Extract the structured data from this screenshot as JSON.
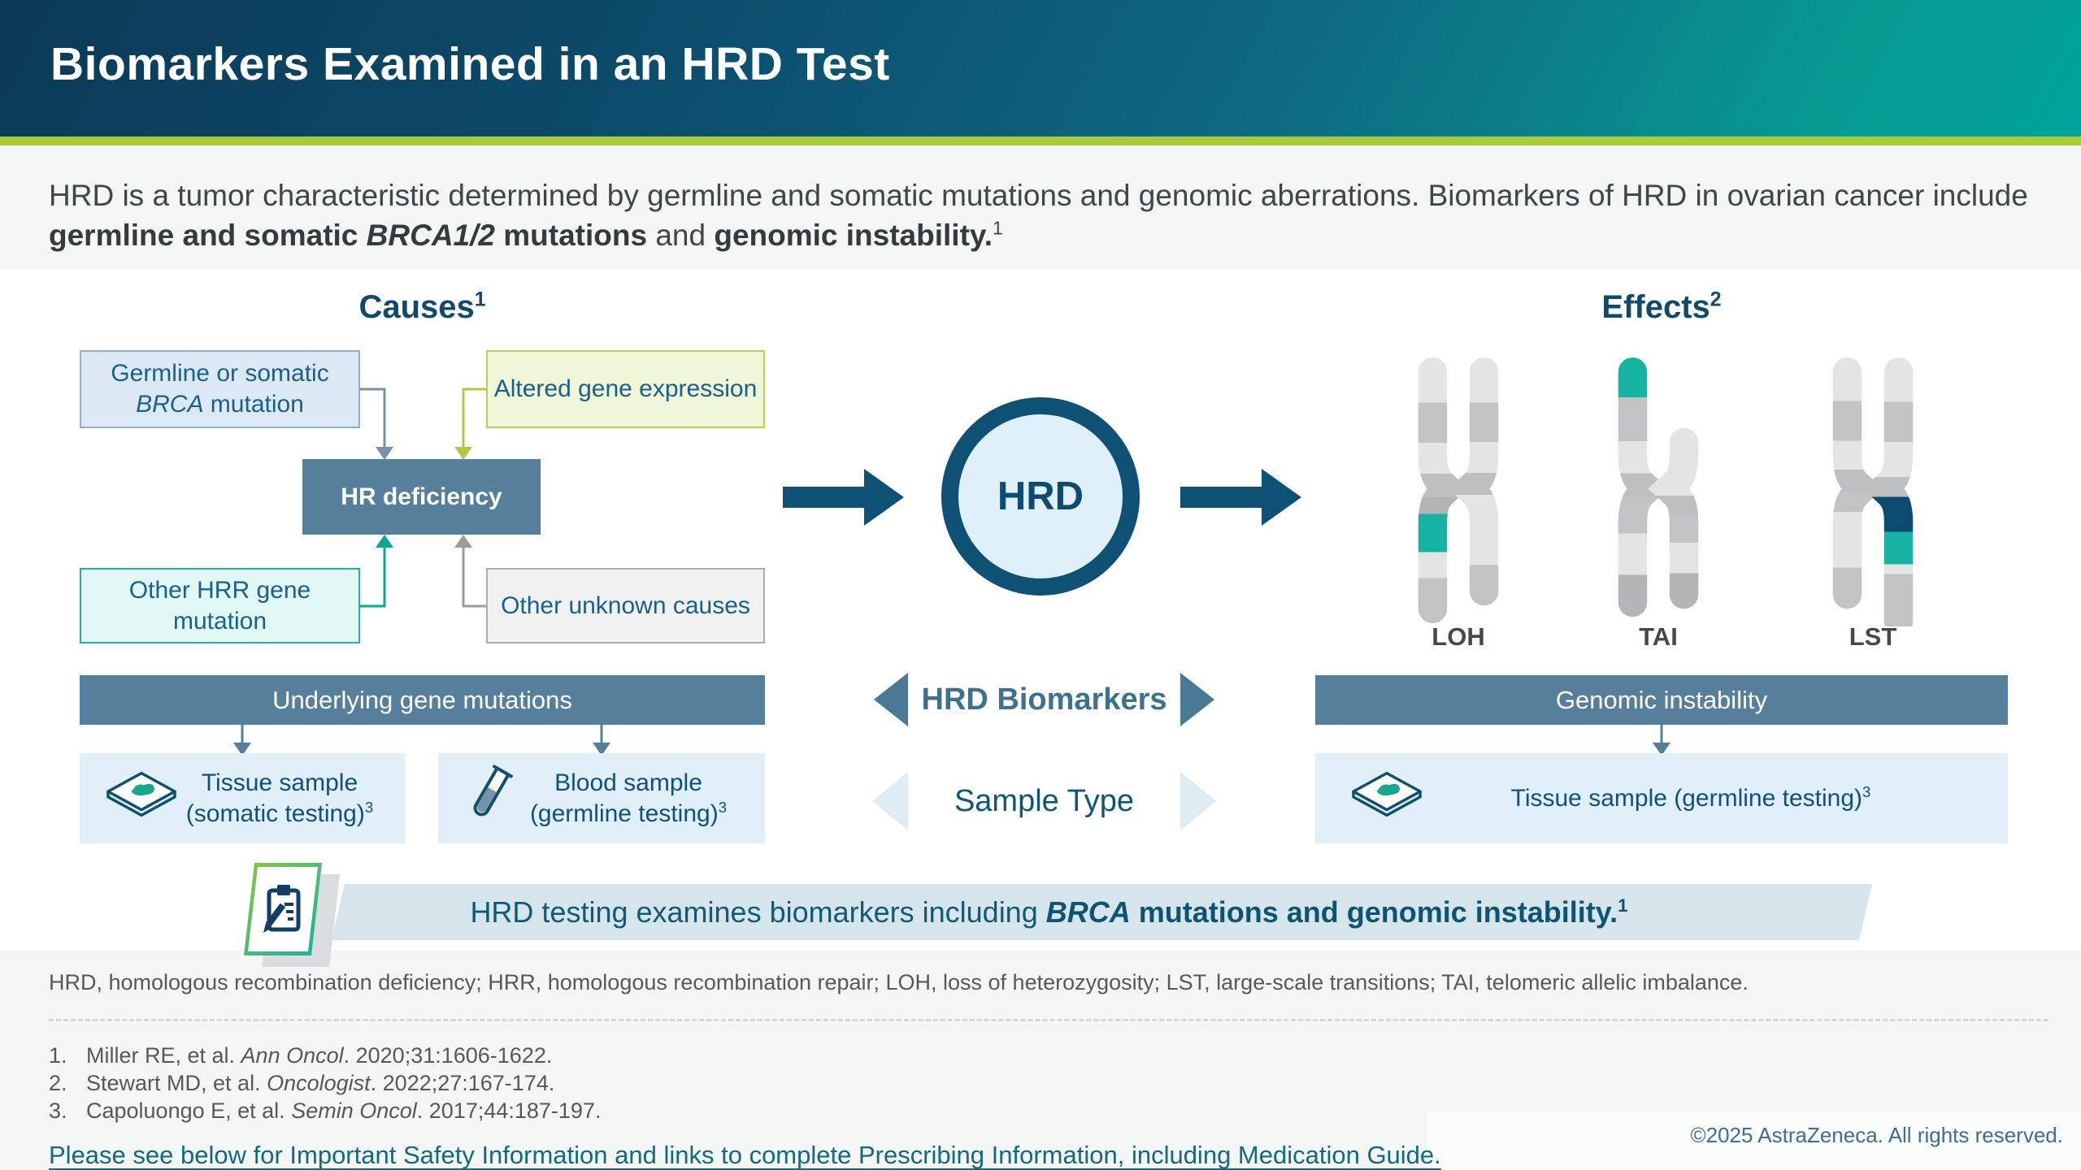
{
  "header": {
    "title": "Biomarkers Examined in an HRD Test"
  },
  "intro": {
    "line1": "HRD is a tumor characteristic determined by germline and somatic mutations and genomic aberrations. Biomarkers of HRD in ovarian cancer include ",
    "bold1": "germline and somatic ",
    "brca_italic": "BRCA1/2",
    "bold2": " mutations",
    "mid": " and ",
    "bold3": "genomic instability.",
    "sup": "1"
  },
  "diagram": {
    "causes_heading": "Causes",
    "causes_sup": "1",
    "effects_heading": "Effects",
    "effects_sup": "2",
    "boxes": {
      "germline_line1": "Germline or somatic",
      "germline_italic": "BRCA",
      "germline_rest": " mutation",
      "altered": "Altered gene expression",
      "hr_deficiency": "HR deficiency",
      "other_hrr": "Other HRR gene mutation",
      "other_unknown": "Other unknown causes"
    },
    "hrd_circle": "HRD",
    "bars": {
      "underlying": "Underlying gene mutations",
      "genomic": "Genomic instability"
    },
    "center": {
      "biomarkers": "HRD Biomarkers",
      "sample_type": "Sample Type"
    },
    "samples": {
      "tissue_somatic_line1": "Tissue sample",
      "tissue_somatic_line2": "(somatic testing)",
      "tissue_somatic_sup": "3",
      "blood_line1": "Blood sample",
      "blood_line2": "(germline testing)",
      "blood_sup": "3",
      "tissue_germline": "Tissue sample  (germline testing)",
      "tissue_germline_sup": "3"
    },
    "chromosomes": [
      {
        "label": "LOH"
      },
      {
        "label": "TAI"
      },
      {
        "label": "LST"
      }
    ]
  },
  "callout": {
    "pre": "HRD testing examines biomarkers including ",
    "brca": "BRCA",
    "bold_rest": " mutations and genomic instability.",
    "sup": "1"
  },
  "abbreviations": "HRD, homologous recombination deficiency; HRR, homologous recombination repair; LOH, loss of heterozygosity; LST, large-scale transitions; TAI, telomeric allelic imbalance.",
  "references": [
    {
      "num": "1.",
      "pre": "Miller RE, et al. ",
      "journal": "Ann Oncol",
      "post": ". 2020;31:1606-1622."
    },
    {
      "num": "2.",
      "pre": "Stewart MD, et al. ",
      "journal": "Oncologist",
      "post": ". 2022;27:167-174."
    },
    {
      "num": "3.",
      "pre": "Capoluongo E, et al. ",
      "journal": "Semin Oncol",
      "post": ". 2017;44:187-197."
    }
  ],
  "footer": {
    "copyright": "©2025 AstraZeneca. All rights reserved.",
    "isi_link": "Please see below for Important Safety Information and links to complete Prescribing Information, including Medication Guide."
  },
  "colors": {
    "header-navy": "#0C3D5E",
    "header-teal": "#00A39B",
    "lime": "#A9CB38",
    "navy": "#0F5174",
    "steel": "#567F9B",
    "teal": "#16B2A2",
    "light-blue": "#E0EFF8",
    "banner-blue": "#D6E5EC",
    "box-blue": "#DCE9F5",
    "box-green": "#EFF5D7",
    "box-mint": "#E1F7F3",
    "box-gray": "#F1F1F1",
    "text-navy": "#19618C",
    "link-teal": "#15697F",
    "lst-navy": "#0D4A70"
  }
}
